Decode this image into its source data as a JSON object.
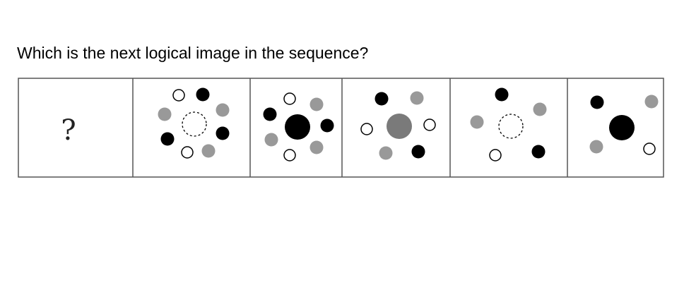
{
  "question": "Which is the next logical image in the sequence?",
  "answer_placeholder": "?",
  "colors": {
    "black": "#000000",
    "gray": "#999999",
    "center_gray": "#7a7a7a",
    "white_fill": "#ffffff",
    "outline": "#000000"
  },
  "panels": [
    {
      "id": "unknown",
      "center": "none"
    },
    {
      "id": "panel-1",
      "center": "dashed-white-large",
      "outer": [
        "white",
        "black",
        "gray",
        "gray",
        "black",
        "black",
        "white",
        "gray"
      ]
    },
    {
      "id": "panel-2",
      "center": "black-large",
      "outer": [
        "white",
        "gray",
        "black",
        "black",
        "gray",
        "white",
        "gray"
      ]
    },
    {
      "id": "panel-3",
      "center": "gray-large",
      "outer": [
        "black",
        "gray",
        "white",
        "white",
        "gray",
        "black"
      ]
    },
    {
      "id": "panel-4",
      "center": "dashed-white-large",
      "outer": [
        "black",
        "gray",
        "gray",
        "white",
        "black"
      ]
    },
    {
      "id": "panel-5",
      "center": "black-large",
      "outer": [
        "black",
        "gray",
        "gray",
        "white"
      ]
    }
  ]
}
